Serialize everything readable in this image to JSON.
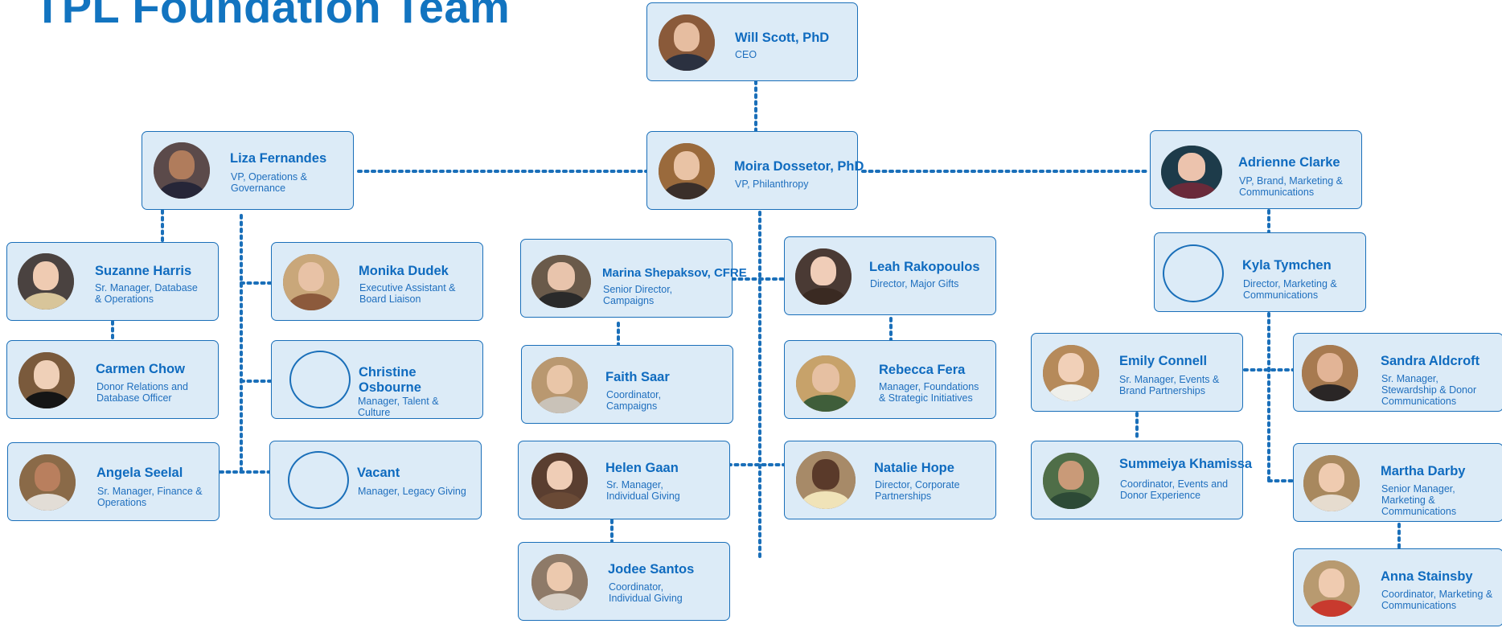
{
  "title": "TPL Foundation Team",
  "colors": {
    "accent": "#1a6fb9",
    "card_fill": "#dcebf7",
    "title": "#1274c0"
  },
  "people": {
    "will_scott": {
      "name": "Will Scott, PhD",
      "role": "CEO"
    },
    "liza_fernandes": {
      "name": "Liza Fernandes",
      "role": "VP, Operations & Governance"
    },
    "moira_dossetor": {
      "name": "Moira Dossetor, PhD",
      "role": "VP, Philanthropy"
    },
    "adrienne_clarke": {
      "name": "Adrienne Clarke",
      "role": "VP, Brand, Marketing & Communications"
    },
    "suzanne_harris": {
      "name": "Suzanne Harris",
      "role": "Sr. Manager, Database & Operations"
    },
    "monika_dudek": {
      "name": "Monika Dudek",
      "role": "Executive Assistant & Board Liaison"
    },
    "marina_shepaksov": {
      "name": "Marina Shepaksov, CFRE",
      "role": "Senior Director, Campaigns"
    },
    "leah_rakopoulos": {
      "name": "Leah Rakopoulos",
      "role": "Director, Major Gifts"
    },
    "kyla_tymchen": {
      "name": "Kyla Tymchen",
      "role": "Director, Marketing & Communications"
    },
    "carmen_chow": {
      "name": "Carmen Chow",
      "role": "Donor Relations and Database Officer"
    },
    "christine_osbourne": {
      "name": "Christine Osbourne",
      "role": "Manager, Talent & Culture"
    },
    "faith_saar": {
      "name": "Faith Saar",
      "role": "Coordinator, Campaigns"
    },
    "rebecca_fera": {
      "name": "Rebecca Fera",
      "role": "Manager, Foundations & Strategic Initiatives"
    },
    "emily_connell": {
      "name": "Emily Connell",
      "role": "Sr. Manager, Events & Brand Partnerships"
    },
    "sandra_aldcroft": {
      "name": "Sandra Aldcroft",
      "role": "Sr. Manager, Stewardship & Donor Communications"
    },
    "angela_seelal": {
      "name": "Angela Seelal",
      "role": "Sr. Manager, Finance & Operations"
    },
    "vacant": {
      "name": "Vacant",
      "role": "Manager, Legacy Giving"
    },
    "helen_gaan": {
      "name": "Helen Gaan",
      "role": "Sr. Manager, Individual Giving"
    },
    "natalie_hope": {
      "name": "Natalie Hope",
      "role": "Director, Corporate Partnerships"
    },
    "summeiya_khamissa": {
      "name": "Summeiya Khamissa",
      "role": "Coordinator, Events and Donor Experience"
    },
    "martha_darby": {
      "name": "Martha Darby",
      "role": "Senior Manager, Marketing & Communications"
    },
    "jodee_santos": {
      "name": "Jodee Santos",
      "role": "Coordinator, Individual Giving"
    },
    "anna_stainsby": {
      "name": "Anna Stainsby",
      "role": "Coordinator, Marketing & Communications"
    }
  }
}
